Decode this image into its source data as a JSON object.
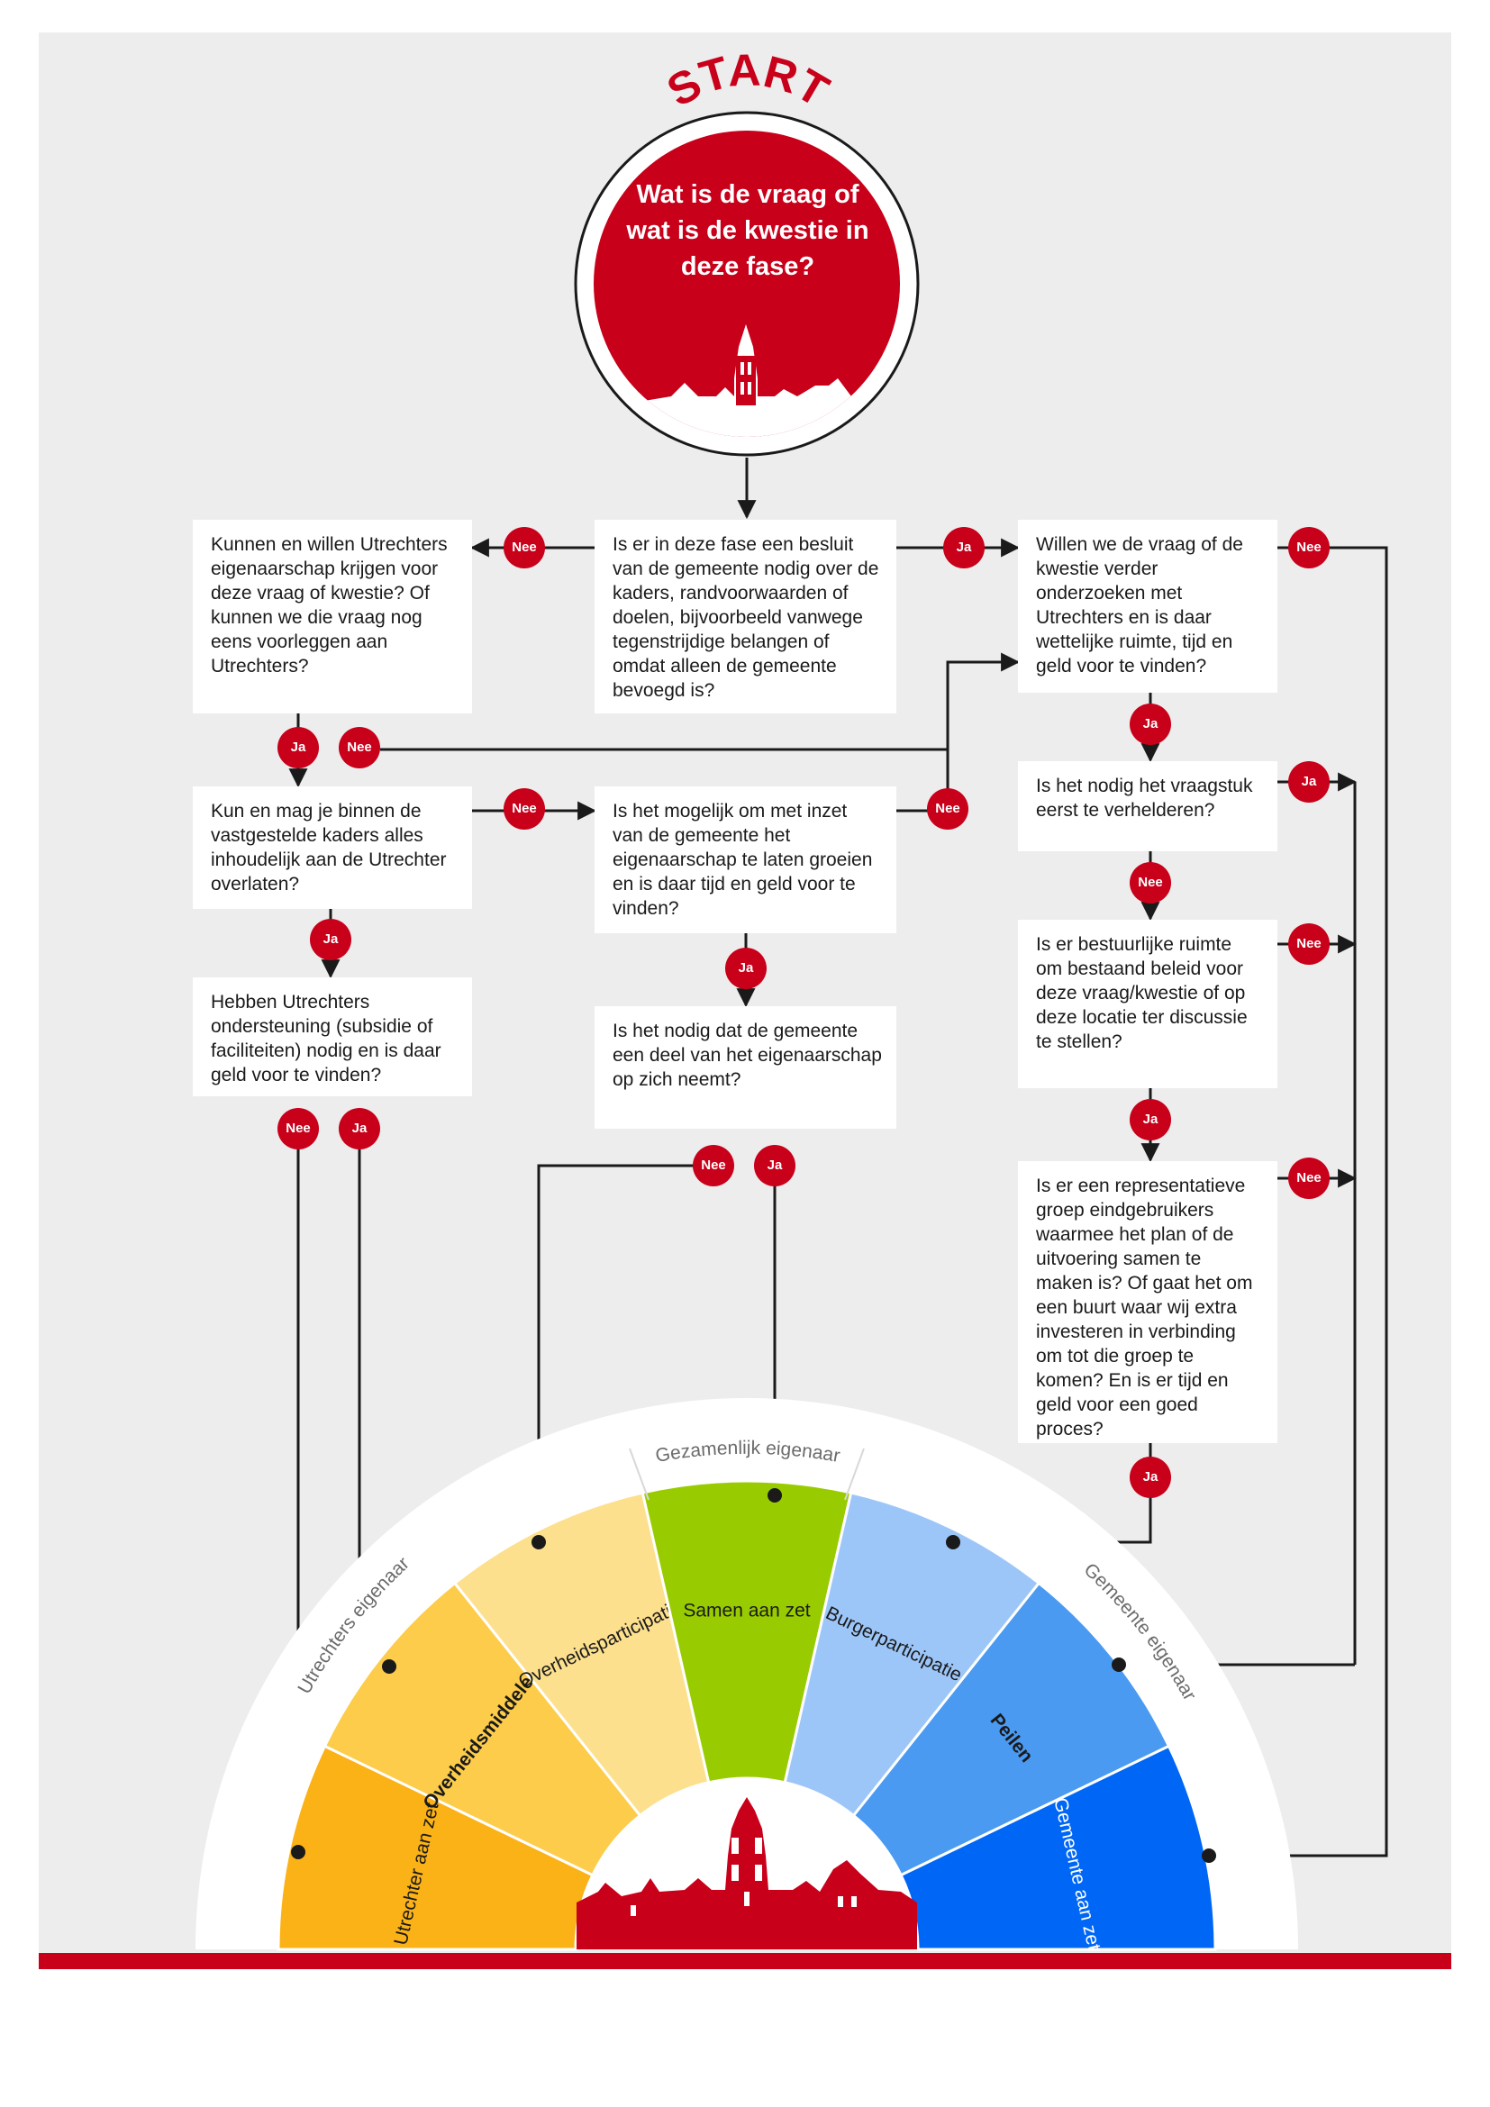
{
  "start": {
    "label": "START",
    "question": "Wat is de vraag of wat is de kwestie in deze fase?"
  },
  "boxes": {
    "besluit": "Is er in deze fase een besluit van de gemeente nodig over de kaders, randvoorwaarden of doelen, bijvoorbeeld vanwege tegenstrijdige belangen of omdat alleen de gemeente bevoegd is?",
    "eigenaarschap_utrechters": "Kunnen en willen Utrechters eigenaarschap krijgen voor deze vraag of kwestie? Of kunnen we die vraag nog eens voorleggen aan Utrechters?",
    "onderzoeken": "Willen we de vraag of de kwestie verder onderzoeken met Utrechters en is daar wettelijke ruimte, tijd en geld voor te vinden?",
    "overlaten": "Kun en mag je binnen de vastgestelde kaders alles inhoudelijk aan de Utrechter overlaten?",
    "laten_groeien": "Is het mogelijk om met inzet van de gemeente het eigenaarschap te laten groeien en is daar tijd en geld voor te vinden?",
    "verhelderen": "Is het nodig het vraagstuk eerst te verhelderen?",
    "ondersteuning": "Hebben Utrechters ondersteuning (subsidie of faciliteiten) nodig en is daar geld voor te vinden?",
    "deel_eigenaarschap": "Is het nodig dat de gemeente een deel van het eigenaarschap op zich neemt?",
    "bestuurlijke_ruimte": "Is er bestuurlijke ruimte om bestaand beleid voor deze vraag/kwestie of op deze locatie ter discussie te stellen?",
    "representatieve_groep": "Is er een representatieve groep eindgebruikers waarmee het plan of de uitvoering samen te maken is? Of gaat het om een buurt waar wij extra investeren in verbinding om tot die groep te komen? En is er tijd en geld voor een goed proces?"
  },
  "answers": {
    "ja": "Ja",
    "nee": "Nee"
  },
  "arc": {
    "outer_labels": [
      "Utrechters eigenaar",
      "Gezamenlijk eigenaar",
      "Gemeente eigenaar"
    ],
    "segments": [
      {
        "label": "Utrechter aan zet",
        "color": "#fbb217",
        "text_color": "#1a1a1a"
      },
      {
        "label": "Overheidsmiddelen",
        "color": "#fccc4a",
        "text_color": "#1a1a1a"
      },
      {
        "label": "Overheidsparticipatie",
        "color": "#fde08e",
        "text_color": "#1a1a1a"
      },
      {
        "label": "Samen aan zet",
        "color": "#99cc00",
        "text_color": "#1a1a1a"
      },
      {
        "label": "Burgerparticipatie",
        "color": "#9dc6f8",
        "text_color": "#1a1a1a"
      },
      {
        "label": "Peilen",
        "color": "#4a9af2",
        "text_color": "#1a1a1a"
      },
      {
        "label": "Gemeente aan zet",
        "color": "#0066f5",
        "text_color": "#ffffff"
      }
    ]
  },
  "colors": {
    "red": "#c8001a",
    "background": "#ededed",
    "line": "#1a1a1a"
  }
}
